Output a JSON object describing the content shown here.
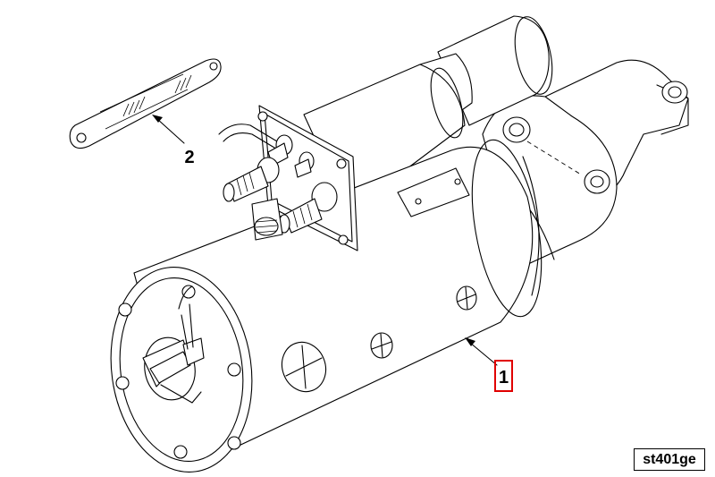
{
  "callouts": [
    {
      "id": "starter-motor",
      "label": "1",
      "highlighted": true
    },
    {
      "id": "ground-strap",
      "label": "2",
      "highlighted": false
    }
  ],
  "figure_code": "st401ge",
  "colors": {
    "line": "#000000",
    "highlight": "#e00000",
    "background": "#ffffff"
  }
}
